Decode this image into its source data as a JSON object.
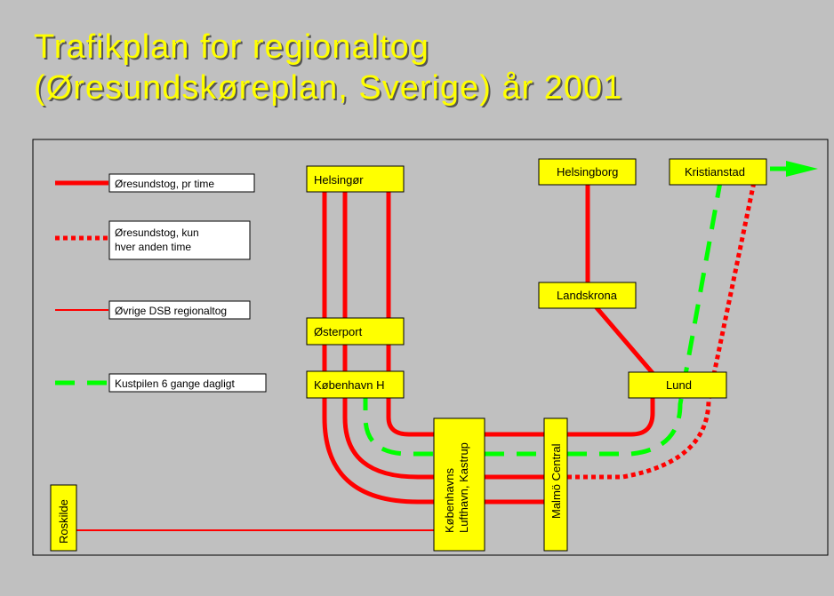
{
  "title": {
    "line1": "Trafikplan for regionaltog",
    "line2": "(Øresundskøreplan, Sverige)  år 2001"
  },
  "colors": {
    "background": "#c0c0c0",
    "title": "#ffff00",
    "red_line": "#ff0000",
    "green_line": "#00ff00",
    "station_fill": "#ffff00"
  },
  "legend": [
    {
      "label": "Øresundstog, pr time",
      "style": "thick-red-solid"
    },
    {
      "label_line1": "Øresundstog, kun",
      "label_line2": "hver anden time",
      "style": "red-dotted"
    },
    {
      "label": "Øvrige DSB regionaltog",
      "style": "thin-red-solid"
    },
    {
      "label": "Kustpilen 6 gange dagligt",
      "style": "green-dashed"
    }
  ],
  "stations": {
    "helsingor": "Helsingør",
    "osterport": "Østerport",
    "kobenhavn_h": "København H",
    "helsingborg": "Helsingborg",
    "kristianstad": "Kristianstad",
    "landskrona": "Landskrona",
    "lund": "Lund",
    "roskilde": "Roskilde",
    "lufthavn_line1": "Københavns",
    "lufthavn_line2": "Lufthavn, Kastrup",
    "malmo": "Malmö Central"
  }
}
